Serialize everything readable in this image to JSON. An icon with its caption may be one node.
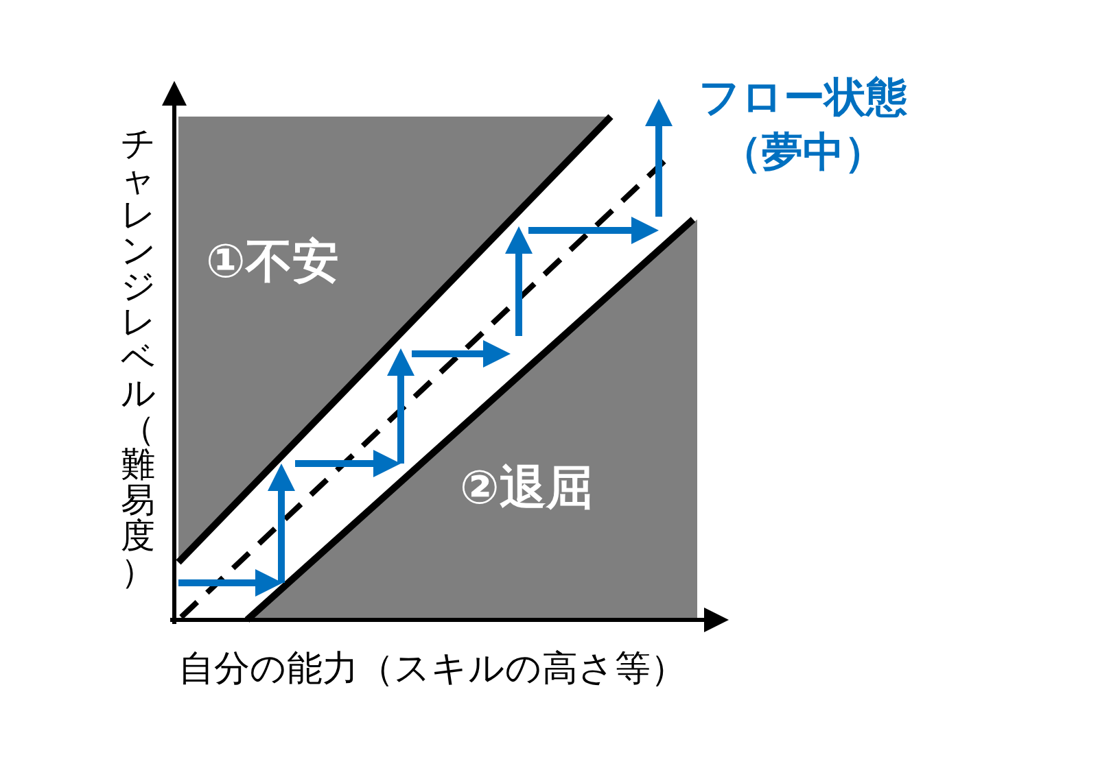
{
  "diagram": {
    "nodes": [
      {
        "text": [
          "①不安"
        ]
      },
      {
        "text": [
          "②退屈"
        ]
      }
    ],
    "labels": [
      "フロー状態（夢中）",
      "チャレンジレベル（難易度）",
      "自分の能力（スキルの高さ等）"
    ]
  }
}
